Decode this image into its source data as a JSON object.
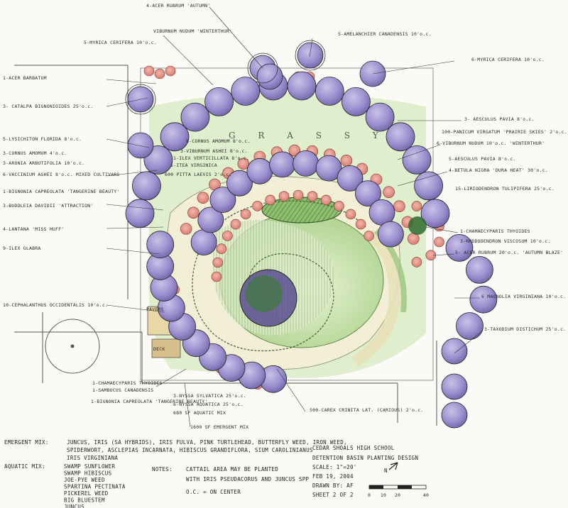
{
  "plan": {
    "grassy_label": "G R A S S Y",
    "labels_left": [
      "1-ACER BARBATUM",
      "3- CATALPA BIGNONIOIDES 25'o.c.",
      "5-LYSICHITON FLORIDA 8'o.c.",
      "3-CORNUS AMOMUM 4'o.c.",
      "3-ARONIA ARBUTIFOLIA 10'o.c.",
      "6-VACCINIUM ASHEI 8'o.c. MIXED CULTIVARS",
      "1-BIGNONIA CAPREOLATA 'TANGERINE BEAUTY'",
      "3-BUDDLEIA DAVIDII 'ATTRACTION'",
      "4-LANTANA 'MISS HUFF'",
      "9-ILEX GLABRA",
      "10-CEPHALANTHUS OCCIDENTALIS 10'o.c."
    ],
    "labels_top": [
      "4-ACER RUBRUM 'AUTUMN'",
      "VIBURNUM NUDUM 'WINTERTHUR'",
      "5-MYRICA CERIFERA 10'o.c.",
      "5-AMELANCHIER CANADENSIS 10'o.c."
    ],
    "labels_right": [
      "6-MYRICA CERIFERA 10'o.c.",
      "3- AESCULUS PAVIA 8'o.c.",
      "100-PANICUM VIRGATUM 'PRAIRIE SKIES' 2'o.c.",
      "6-VIBURNUM NUDUM 10'o.c. 'WINTERTHUR'",
      "5-AESCULUS PAVIA 8'o.c.",
      "4-BETULA NIGRA 'DURA HEAT' 30'o.c.",
      "15-LIRIODENDRON TULIPIFERA 25'o.c.",
      "1-CHAMAECYPARIS THYOIDES",
      "3-RHODODENDRON VISCOSUM 10'o.c.",
      "5- ACER RUBRUM 20'o.c. 'AUTUMN BLAZE'",
      "6 MAGNOLIA VIRGINIANA 10'o.c.",
      "3-TAXODIUM DISTICHUM 25'o.c."
    ],
    "labels_center": [
      "8-CORNUS AMOMUM 8'o.c.",
      "3-VIBURNUM ASHEI 8'o.c.",
      "1-ILEX VERTICILLATA 8'o.c.",
      "1-ITEA VIRGINICA",
      "600 PITTA LAEVIS 2'o.c."
    ],
    "labels_bottom": [
      "1-CHAMAECYPARIS THYOIDES",
      "1-SAMBUCUS CANADENSIS",
      "1-BIGNONIA CAPREOLATA 'TANGERINE BEAUTY'",
      "3-NYSSA SYLVATICA 25'o.c.",
      "6-NYSSA AQUATICA 25'o.c.",
      "680 SF AQUATIC MIX",
      "1600 SF EMERGENT MIX",
      "500-CAREX CRINITA LAT. (CARIOUS) 2'o.c.",
      "PAVERS",
      "DECK"
    ]
  },
  "legend": {
    "emergent_title": "EMERGENT MIX:",
    "emergent_lines": [
      "JUNCUS, IRIS (SA HYBRIDS), IRIS FULVA, PINK TURTLEHEAD, BUTTERFLY WEED, IRON WEED,",
      "SPIDERWORT, ASCLEPIAS INCARNATA, HIBISCUS GRANDIFLORA, SIUM CAROLINIANUS",
      "IRIS VIRGINIANA"
    ],
    "aquatic_title": "AQUATIC MIX:",
    "aquatic_items": [
      "SWAMP SUNFLOWER",
      "SWAMP HIBISCUS",
      "JOE-PYE WEED",
      "SPARTINA PECTINATA",
      "PICKEREL WEED",
      "BIG BLUESTEM",
      "JUNCUS"
    ],
    "notes_title": "NOTES:",
    "notes_lines": [
      "CATTAIL AREA MAY BE PLANTED",
      "WITH IRIS PSEUDACORUS AND JUNCUS SPP",
      "O.C. = ON CENTER"
    ]
  },
  "title_block": {
    "school": "CEDAR SHOALS HIGH SCHOOL",
    "project": "DETENTION BASIN PLANTING DESIGN",
    "scale": "SCALE: 1\"=20'",
    "date": "FEB 19, 2004",
    "drawn_by": "DRAWN BY: AF",
    "sheet": "SHEET 2 OF 2",
    "north_label": "N",
    "scale_ticks": [
      "0",
      "10",
      "20",
      "40"
    ]
  }
}
